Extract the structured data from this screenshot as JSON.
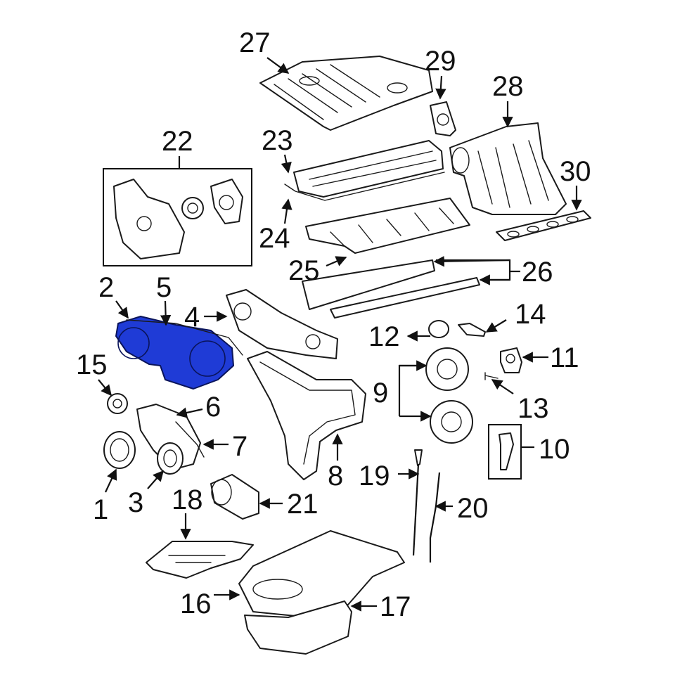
{
  "diagram": {
    "highlight_color": "#1f3bd6",
    "highlighted_part": "2",
    "callouts": {
      "c1": "1",
      "c2": "2",
      "c3": "3",
      "c4": "4",
      "c5": "5",
      "c6": "6",
      "c7": "7",
      "c8": "8",
      "c9": "9",
      "c10": "10",
      "c11": "11",
      "c12": "12",
      "c13": "13",
      "c14": "14",
      "c15": "15",
      "c16": "16",
      "c17": "17",
      "c18": "18",
      "c19": "19",
      "c20": "20",
      "c21": "21",
      "c22": "22",
      "c23": "23",
      "c24": "24",
      "c25": "25",
      "c26": "26",
      "c27": "27",
      "c28": "28",
      "c29": "29",
      "c30": "30"
    }
  }
}
